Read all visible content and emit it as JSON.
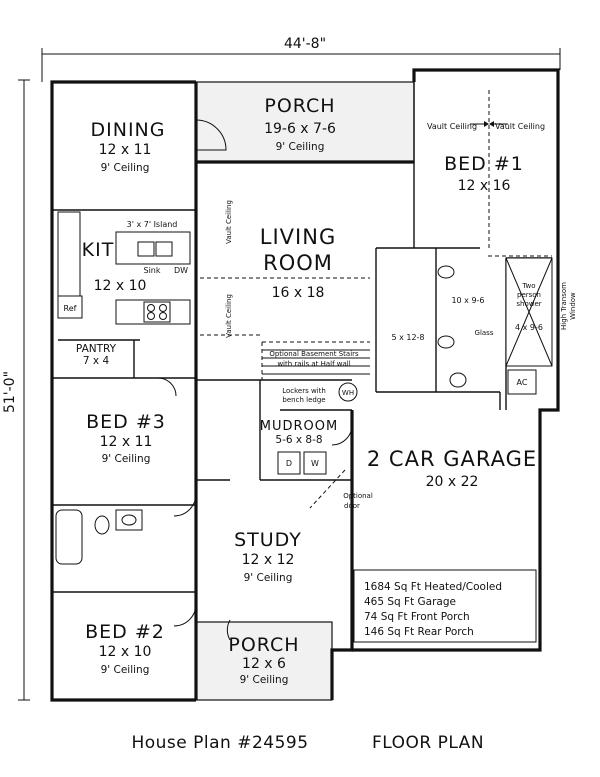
{
  "overall": {
    "width": "44'-8\"",
    "depth": "51'-0\""
  },
  "rooms": {
    "porch_front_top": {
      "name": "PORCH",
      "size": "19-6 x 7-6",
      "ceiling": "9' Ceiling"
    },
    "dining": {
      "name": "DINING",
      "size": "12 x 11",
      "ceiling": "9' Ceiling"
    },
    "bed1": {
      "name": "BED #1",
      "size": "12 x 16",
      "vault_left": "Vault Ceiling",
      "vault_right": "Vault Ceiling"
    },
    "kitchen": {
      "name": "KIT",
      "size": "12 x 10",
      "island": "3' x 7' Island",
      "sink": "Sink",
      "dw": "DW",
      "ref": "Ref"
    },
    "living": {
      "name_line1": "LIVING",
      "name_line2": "ROOM",
      "size": "16 x 18",
      "vault_1": "Vault Ceiling",
      "vault_2": "Vault Ceiling"
    },
    "bath_master": {
      "size_main": "10 x 9-6",
      "size_closet": "5 x 12-8",
      "shower_line1": "Two",
      "shower_line2": "person",
      "shower_line3": "shower",
      "shower_size": "4 x 9-6",
      "glass": "Glass",
      "window_line1": "High Transom",
      "window_line2": "Window"
    },
    "pantry": {
      "name": "PANTRY",
      "size": "7 x 4"
    },
    "stairs": {
      "line1": "Optional Basement Stairs",
      "line2": "with rails at Half wall"
    },
    "mudroom": {
      "name": "MUDROOM",
      "size": "5-6 x 8-8",
      "lockers_line1": "Lockers with",
      "lockers_line2": "bench ledge",
      "wh": "WH",
      "d": "D",
      "w": "W"
    },
    "bed3": {
      "name": "BED #3",
      "size": "12 x 11",
      "ceiling": "9' Ceiling"
    },
    "garage": {
      "name": "2 CAR GARAGE",
      "size": "20 x 22",
      "door_line1": "Optional",
      "door_line2": "door",
      "ac": "AC"
    },
    "study": {
      "name": "STUDY",
      "size": "12 x 12",
      "ceiling": "9' Ceiling"
    },
    "bed2": {
      "name": "BED #2",
      "size": "12 x 10",
      "ceiling": "9' Ceiling"
    },
    "porch_rear": {
      "name": "PORCH",
      "size": "12 x 6",
      "ceiling": "9' Ceiling"
    }
  },
  "stats": [
    "1684 Sq Ft Heated/Cooled",
    "465 Sq Ft Garage",
    "74 Sq Ft Front Porch",
    "146 Sq Ft Rear Porch"
  ],
  "caption": {
    "plan": "House Plan #24595",
    "type": "FLOOR PLAN"
  }
}
